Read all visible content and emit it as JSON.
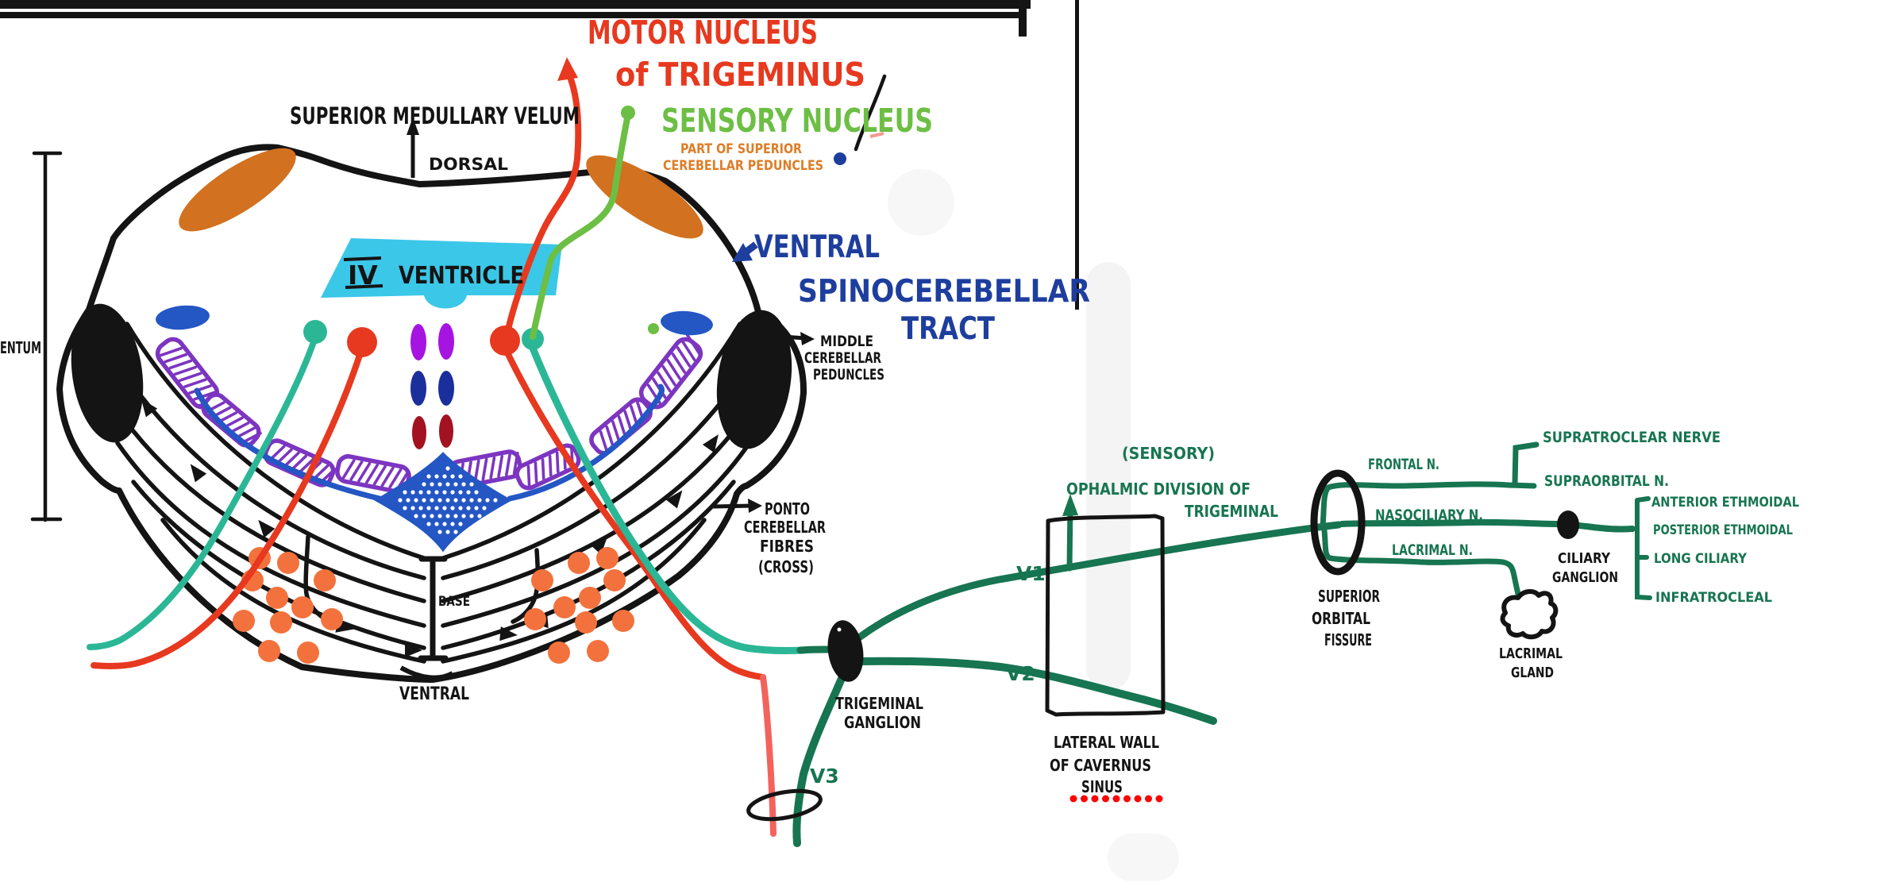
{
  "colors": {
    "red": "#e7391f",
    "salmon": "#f4625c",
    "green_light": "#6cbf44",
    "green_dark": "#177551",
    "teal": "#2bb795",
    "cyan": "#3bc7e8",
    "navy_text": "#1e3e9e",
    "blue": "#2456c4",
    "purple": "#7c35c0",
    "violet": "#a514e0",
    "navy_pair": "#1b2f9c",
    "dark_red": "#a31220",
    "orange_ellipse": "#d2711f",
    "orange_text": "#dd7d26",
    "orange_dot": "#f3713c",
    "ink": "#141414"
  },
  "labels": {
    "motor_nucleus_l1": "MOTOR NUCLEUS",
    "motor_nucleus_l2": "of TRIGEMINUS",
    "sensory_nucleus": "SENSORY NUCLEUS",
    "part_sup_l1": "PART OF SUPERIOR",
    "part_sup_l2": "CEREBELLAR PEDUNCLES",
    "superior_medullary_velum": "SUPERIOR MEDULLARY VELUM",
    "dorsal": "DORSAL",
    "ventral_tract_l1": "VENTRAL",
    "ventral_tract_l2": "SPINOCEREBELLAR",
    "ventral_tract_l3": "TRACT",
    "iv_roman": "IV",
    "iv_ventricle": "VENTRICLE",
    "middle_ped_l1": "MIDDLE",
    "middle_ped_l2": "CEREBELLAR",
    "middle_ped_l3": "PEDUNCLES",
    "tegmentum_partial": "ENTUM",
    "ponto_l1": "PONTO",
    "ponto_l2": "CEREBELLAR",
    "ponto_l3": "FIBRES",
    "ponto_l4": "(CROSS)",
    "base": "BASE",
    "ventral": "VENTRAL",
    "v1": "V1",
    "v2": "V2",
    "v3": "V3",
    "trigeminal_ganglion_l1": "TRIGEMINAL",
    "trigeminal_ganglion_l2": "GANGLION",
    "lateral_wall_l1": "LATERAL WALL",
    "lateral_wall_l2": "OF CAVERNUS",
    "lateral_wall_l3": "SINUS",
    "sensory_paren": "(SENSORY)",
    "ophthalmic_l1": "OPHALMIC DIVISION OF",
    "ophthalmic_l2": "TRIGEMINAL",
    "frontal_n": "FRONTAL N.",
    "supratrochlear": "SUPRATROCLEAR NERVE",
    "supraorbital": "SUPRAORBITAL N.",
    "nasociliary": "NASOCILIARY N.",
    "lacrimal_n": "LACRIMAL N.",
    "anterior_ethmoidal": "ANTERIOR ETHMOIDAL",
    "posterior_ethmoidal": "POSTERIOR ETHMOIDAL",
    "long_ciliary": "LONG CILIARY",
    "infratrochlear": "INFRATROCLEAL",
    "sup_orbital_l1": "SUPERIOR",
    "sup_orbital_l2": "ORBITAL",
    "sup_orbital_l3": "FISSURE",
    "ciliary_ganglion_l1": "CILIARY",
    "ciliary_ganglion_l2": "GANGLION",
    "lacrimal_gland_l1": "LACRIMAL",
    "lacrimal_gland_l2": "GLAND"
  }
}
